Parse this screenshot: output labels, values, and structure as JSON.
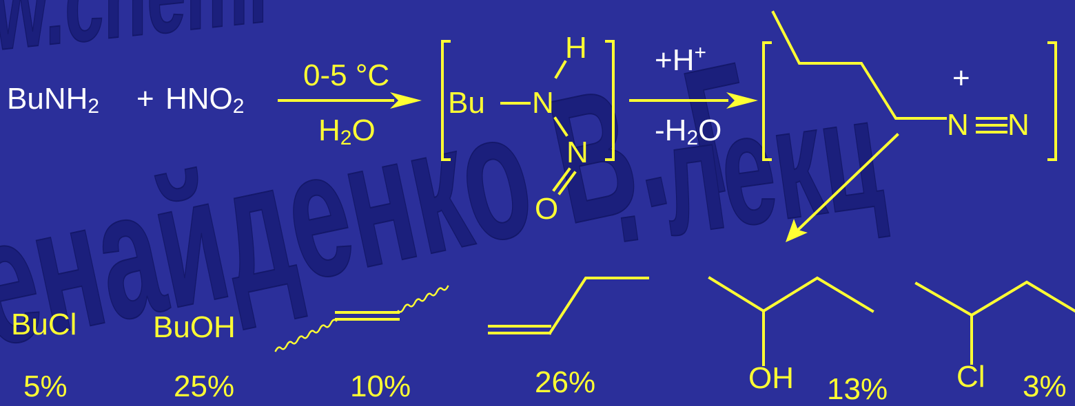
{
  "watermark": {
    "top": "w.chemi",
    "bottom_left": "енайденко В. Г",
    "right": ". лекц"
  },
  "reaction": {
    "reactant_a": "BuNH",
    "reactant_a_sub": "2",
    "plus": "+",
    "reactant_b": "HNO",
    "reactant_b_sub": "2",
    "step1_above": "0-5 °C",
    "step1_below_main": "H",
    "step1_below_sub": "2",
    "step1_below_tail": "O",
    "intermediate": {
      "bu": "Bu",
      "n1": "N",
      "h": "H",
      "n2": "N",
      "o": "O"
    },
    "step2_above_main": "+H",
    "step2_above_sup": "+",
    "step2_below_main": "-H",
    "step2_below_sub": "2",
    "step2_below_tail": "O",
    "diazonium": {
      "charge": "+",
      "n_a": "N",
      "n_b": "N"
    }
  },
  "products": [
    {
      "label": "BuCl",
      "yield": "5%"
    },
    {
      "label": "BuOH",
      "yield": "25%"
    },
    {
      "label": "",
      "yield": "10%"
    },
    {
      "label": "",
      "yield": "26%"
    },
    {
      "label": "OH",
      "yield": "13%"
    },
    {
      "label": "Cl",
      "yield": "3%"
    }
  ],
  "colors": {
    "background": "#2b2f9a",
    "structure": "#ffff33",
    "text": "#ffffff",
    "watermark": "#1b1f7c"
  }
}
